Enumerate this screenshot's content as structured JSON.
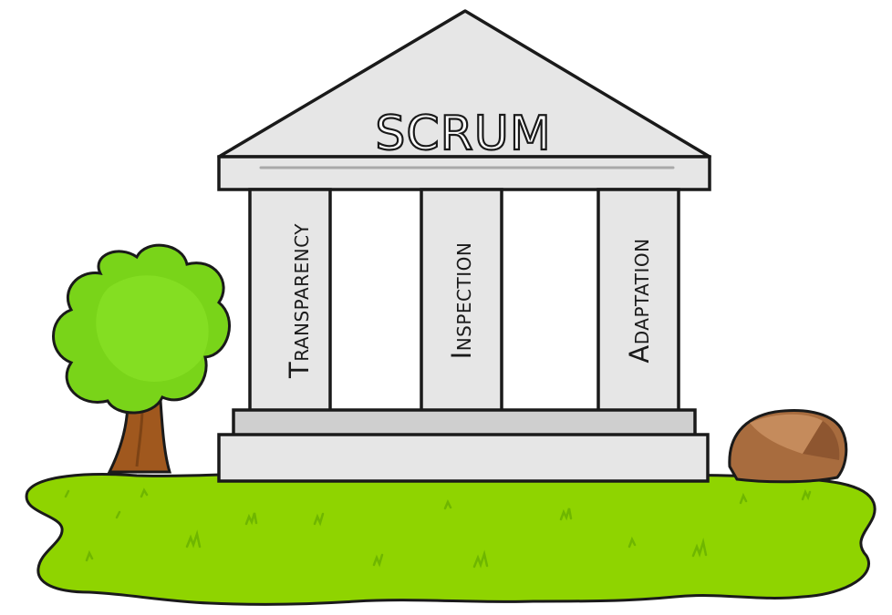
{
  "temple": {
    "title": "SCRUM",
    "pillars": [
      {
        "label": "Transparency"
      },
      {
        "label": "Inspection"
      },
      {
        "label": "Adaptation"
      }
    ]
  },
  "colors": {
    "stone": "#e6e6e6",
    "stone_shadow": "#cfcfcf",
    "outline": "#1a1a1a",
    "grass": "#8fd400",
    "grass_dark": "#6fb600",
    "foliage": "#79d419",
    "trunk": "#a0581e",
    "rock": "#a86c3e"
  }
}
